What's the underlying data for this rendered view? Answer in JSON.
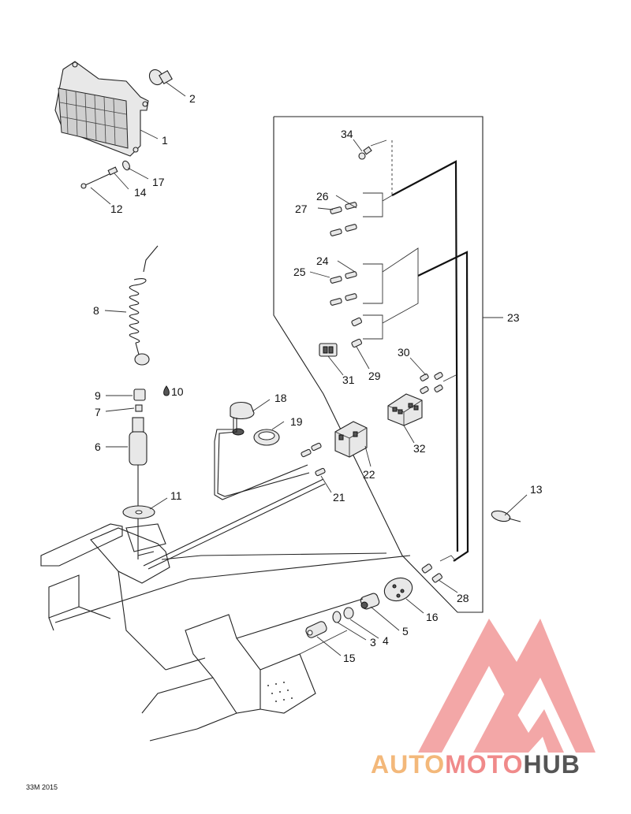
{
  "diagram": {
    "figure_code": "33M 2015",
    "callouts": [
      "1",
      "2",
      "3",
      "4",
      "5",
      "6",
      "7",
      "8",
      "9",
      "10",
      "11",
      "12",
      "13",
      "14",
      "15",
      "16",
      "17",
      "18",
      "19",
      "21",
      "22",
      "23",
      "24",
      "25",
      "26",
      "27",
      "28",
      "29",
      "30",
      "31",
      "32",
      "34"
    ]
  },
  "watermark": {
    "brand_part1": "AUTO",
    "brand_part2": "MOTO",
    "brand_part3": "HUB",
    "colors": {
      "part1": "#f3b87a",
      "part2": "#f08a8a",
      "part3": "#555555",
      "logo": "#f08a8a"
    }
  }
}
